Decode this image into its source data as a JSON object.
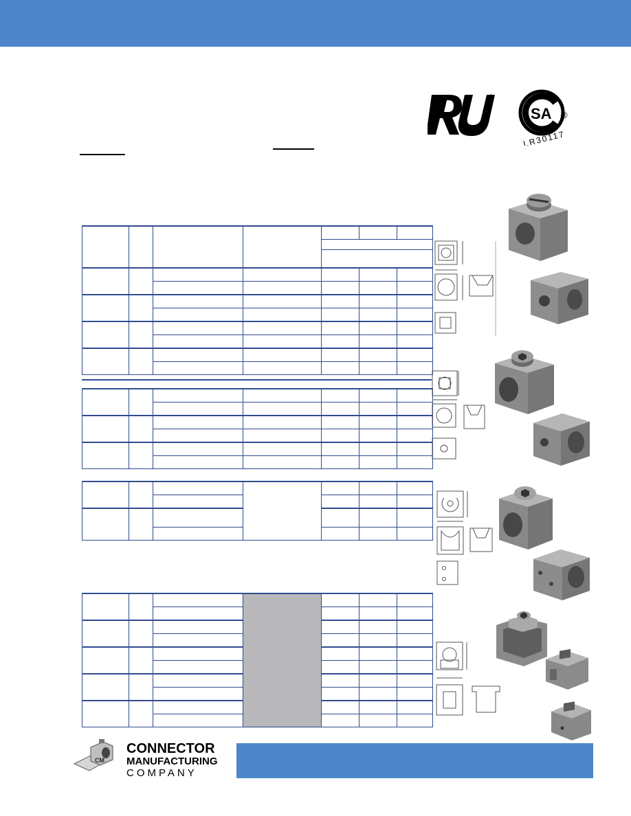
{
  "certifications": {
    "csa_file": "LR30117",
    "registered_mark": "®"
  },
  "footer": {
    "brand_line1": "CONNECTOR",
    "brand_line2": "MANUFACTURING",
    "brand_line3": "COMPANY"
  },
  "colors": {
    "band_blue": "#4e86cc",
    "table_border": "#2f4a8f",
    "shaded_cell": "#b9b8ba"
  }
}
